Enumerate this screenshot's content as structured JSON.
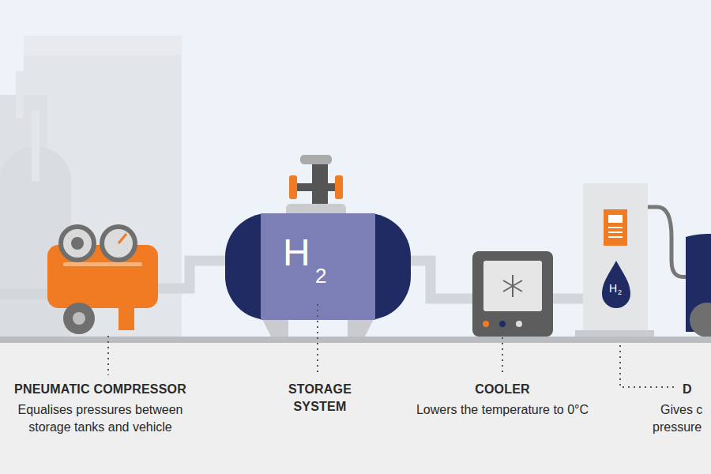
{
  "diagram": {
    "labels": [
      "PNEUMATIC COMPRESSOR",
      "Equalises pressures between storage tanks and vehicle",
      "H",
      "2",
      "STORAGE SYSTEM",
      "COOLER",
      "Lowers the temperature to 0°C",
      "H",
      "2",
      "D",
      "Gives c",
      "pressure"
    ]
  }
}
